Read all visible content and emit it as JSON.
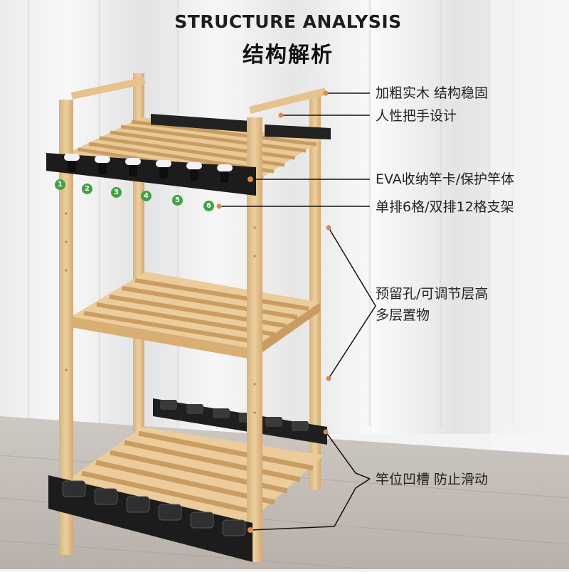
{
  "header": {
    "title_en": "STRUCTURE ANALYSIS",
    "title_zh": "结构解析"
  },
  "callouts": [
    {
      "text": "加粗实木 结构稳固"
    },
    {
      "text": "人性把手设计"
    },
    {
      "text": "EVA收纳竿卡/保护竿体"
    },
    {
      "text": "单排6格/双排12格支架"
    },
    {
      "text": "预留孔/可调节层高"
    },
    {
      "text": "多层置物"
    },
    {
      "text": "竿位凹槽 防止滑动"
    }
  ],
  "slot_numbers": [
    "1",
    "2",
    "3",
    "4",
    "5",
    "6"
  ],
  "colors": {
    "wood": "#e6c28c",
    "wood_dark": "#c89b5e",
    "holder": "#1e1e1e",
    "badge": "#43a047",
    "leader_dot": "#d98a4a",
    "line": "#111111"
  }
}
